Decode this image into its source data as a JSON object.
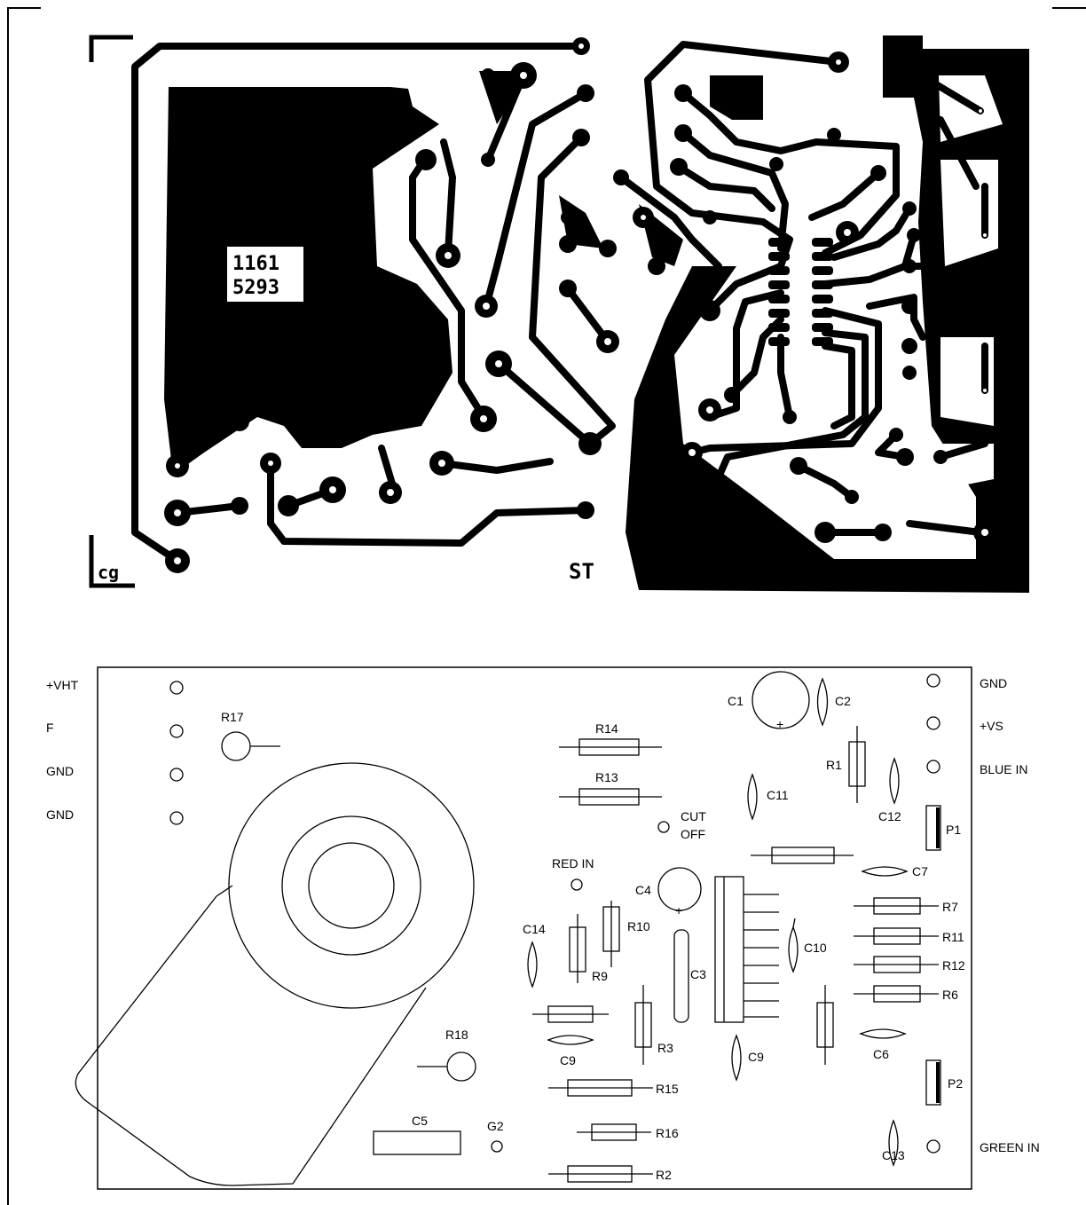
{
  "pcb": {
    "code_line1": "1161",
    "code_line2": "5293",
    "corner_mark": "cg",
    "logo": "ST"
  },
  "layout": {
    "connectors_left": [
      "+VHT",
      "F",
      "GND",
      "GND"
    ],
    "connectors_right": [
      "GND",
      "+VS",
      "BLUE IN",
      "GREEN IN"
    ],
    "labels": {
      "r1": "R1",
      "r2": "R2",
      "r3": "R3",
      "r6": "R6",
      "r7": "R7",
      "r9": "R9",
      "r10": "R10",
      "r11": "R11",
      "r12": "R12",
      "r13": "R13",
      "r14": "R14",
      "r15": "R15",
      "r16": "R16",
      "r17": "R17",
      "r18": "R18",
      "c1": "C1",
      "c2": "C2",
      "c3": "C3",
      "c4": "C4",
      "c5": "C5",
      "c6": "C6",
      "c7": "C7",
      "c9a": "C9",
      "c9b": "C9",
      "c10": "C10",
      "c11": "C11",
      "c12": "C12",
      "c13": "C13",
      "c14": "C14",
      "p1": "P1",
      "p2": "P2",
      "g2": "G2",
      "red_in": "RED IN",
      "cut": "CUT",
      "off": "OFF",
      "plus_c1": "+",
      "plus_c4": "+"
    }
  }
}
